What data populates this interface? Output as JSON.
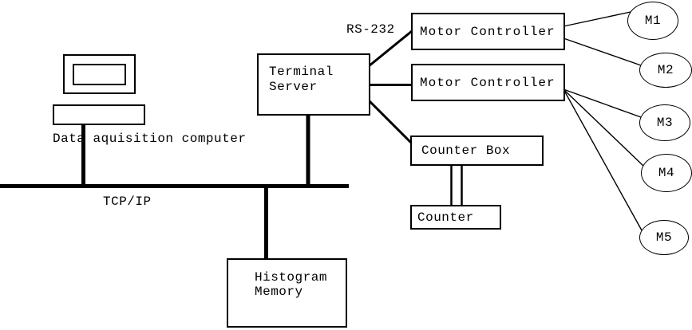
{
  "diagram": {
    "computer_label": "Data aquisition computer",
    "bus_label": "TCP/IP",
    "serial_label": "RS-232",
    "terminal_server_label": "Terminal\nServer",
    "motor_controller_1_label": "Motor Controller",
    "motor_controller_2_label": "Motor Controller",
    "counter_box_label": "Counter Box",
    "counter_label": "Counter",
    "histogram_memory_label": "Histogram\nMemory",
    "motors": [
      "M1",
      "M2",
      "M3",
      "M4",
      "M5"
    ],
    "colors": {
      "line": "#000000",
      "background": "#ffffff",
      "text": "#000000"
    }
  }
}
